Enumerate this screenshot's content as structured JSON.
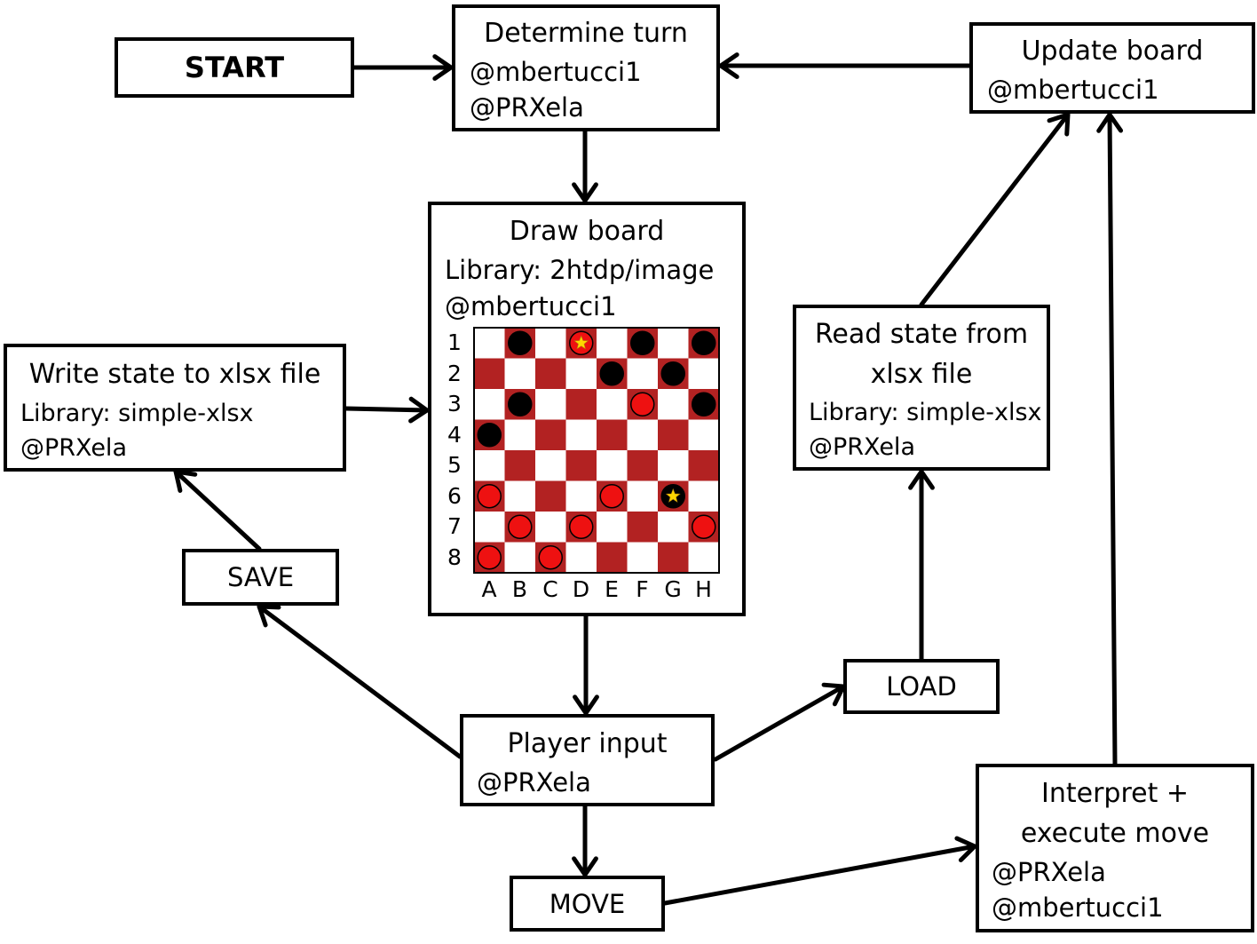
{
  "nodes": {
    "start": {
      "title": "START"
    },
    "determine_turn": {
      "title": "Determine turn",
      "authors": [
        "@mbertucci1",
        "@PRXela"
      ]
    },
    "update_board": {
      "title": "Update board",
      "authors": [
        "@mbertucci1"
      ]
    },
    "draw_board": {
      "title": "Draw board",
      "library": "Library: 2htdp/image",
      "authors": [
        "@mbertucci1"
      ]
    },
    "write_state": {
      "title": "Write state to xlsx file",
      "library": "Library: simple-xlsx",
      "authors": [
        "@PRXela"
      ]
    },
    "read_state": {
      "title_line1": "Read state from",
      "title_line2": "xlsx file",
      "library": "Library: simple-xlsx",
      "authors": [
        "@PRXela"
      ]
    },
    "save": {
      "title": "SAVE"
    },
    "load": {
      "title": "LOAD"
    },
    "player_input": {
      "title": "Player input",
      "authors": [
        "@PRXela"
      ]
    },
    "move": {
      "title": "MOVE"
    },
    "interpret": {
      "title_line1": "Interpret +",
      "title_line2": "execute move",
      "authors": [
        "@PRXela",
        "@mbertucci1"
      ]
    }
  },
  "board": {
    "rows": [
      "1",
      "2",
      "3",
      "4",
      "5",
      "6",
      "7",
      "8"
    ],
    "cols": [
      "A",
      "B",
      "C",
      "D",
      "E",
      "F",
      "G",
      "H"
    ],
    "colors": {
      "dark": "#b22222",
      "light": "#ffffff",
      "red_piece": "#ee1111",
      "black_piece": "#000000",
      "king_star": "#ffd700"
    },
    "pieces": [
      {
        "row": 1,
        "col": "B",
        "color": "black",
        "king": false
      },
      {
        "row": 1,
        "col": "D",
        "color": "red",
        "king": true
      },
      {
        "row": 1,
        "col": "F",
        "color": "black",
        "king": false
      },
      {
        "row": 1,
        "col": "H",
        "color": "black",
        "king": false
      },
      {
        "row": 2,
        "col": "E",
        "color": "black",
        "king": false
      },
      {
        "row": 2,
        "col": "G",
        "color": "black",
        "king": false
      },
      {
        "row": 3,
        "col": "B",
        "color": "black",
        "king": false
      },
      {
        "row": 3,
        "col": "F",
        "color": "red",
        "king": false
      },
      {
        "row": 3,
        "col": "H",
        "color": "black",
        "king": false
      },
      {
        "row": 4,
        "col": "A",
        "color": "black",
        "king": false
      },
      {
        "row": 6,
        "col": "A",
        "color": "red",
        "king": false
      },
      {
        "row": 6,
        "col": "E",
        "color": "red",
        "king": false
      },
      {
        "row": 6,
        "col": "G",
        "color": "black",
        "king": true
      },
      {
        "row": 7,
        "col": "B",
        "color": "red",
        "king": false
      },
      {
        "row": 7,
        "col": "D",
        "color": "red",
        "king": false
      },
      {
        "row": 7,
        "col": "H",
        "color": "red",
        "king": false
      },
      {
        "row": 8,
        "col": "A",
        "color": "red",
        "king": false
      },
      {
        "row": 8,
        "col": "C",
        "color": "red",
        "king": false
      }
    ]
  },
  "edges": [
    {
      "from": "start",
      "to": "determine_turn"
    },
    {
      "from": "determine_turn",
      "to": "draw_board"
    },
    {
      "from": "update_board",
      "to": "determine_turn"
    },
    {
      "from": "write_state",
      "to": "draw_board"
    },
    {
      "from": "draw_board",
      "to": "player_input"
    },
    {
      "from": "player_input",
      "to": "save"
    },
    {
      "from": "save",
      "to": "write_state"
    },
    {
      "from": "player_input",
      "to": "load"
    },
    {
      "from": "load",
      "to": "read_state"
    },
    {
      "from": "read_state",
      "to": "update_board"
    },
    {
      "from": "player_input",
      "to": "move"
    },
    {
      "from": "move",
      "to": "interpret"
    },
    {
      "from": "interpret",
      "to": "update_board"
    }
  ]
}
